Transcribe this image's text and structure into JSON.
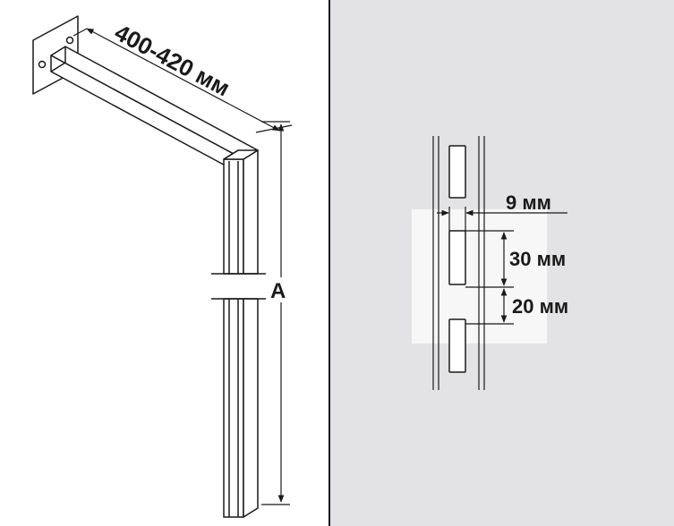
{
  "colors": {
    "background": "#ffffff",
    "wall_panel": "#e3e3e5",
    "highlight_panel": "#f7f7f7",
    "ink": "#1a1a1a"
  },
  "left_panel": {
    "arm_length_label": "400-420 мм",
    "height_label": "A"
  },
  "right_panel": {
    "slot_width_label": "9 мм",
    "slot_height_label": "30 мм",
    "slot_gap_label": "20 мм"
  }
}
